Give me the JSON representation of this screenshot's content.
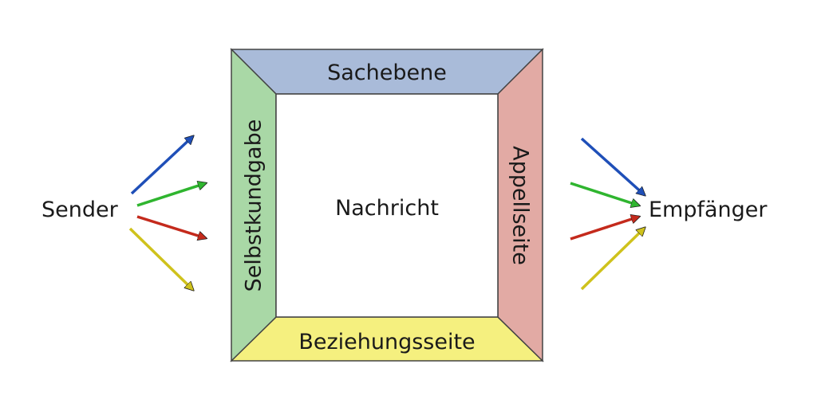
{
  "labels": {
    "sender": "Sender",
    "receiver": "Empfänger",
    "center": "Nachricht",
    "top": "Sachebene",
    "bottom": "Beziehungsseite",
    "left": "Selbstkundgabe",
    "right": "Appellseite"
  },
  "colors": {
    "top": "#a9bbd9",
    "bottom": "#f5f07f",
    "left": "#a9d8a6",
    "right": "#e2aaa4",
    "center": "#ffffff",
    "arrow_blue": "#1f4fb8",
    "arrow_green": "#2fb52f",
    "arrow_red": "#c42a1c",
    "arrow_yellow": "#cfc21c"
  },
  "icons": {
    "arrow_blue": "blue-arrow-icon",
    "arrow_green": "green-arrow-icon",
    "arrow_red": "red-arrow-icon",
    "arrow_yellow": "yellow-arrow-icon"
  }
}
